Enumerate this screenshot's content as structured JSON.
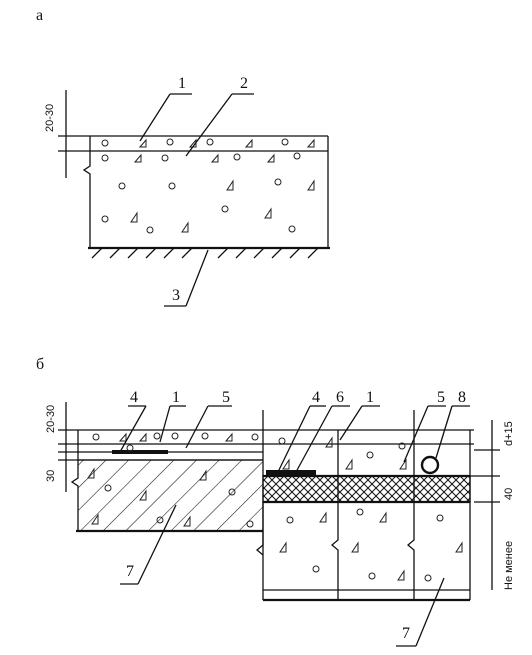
{
  "panel_a": {
    "title": "а",
    "dim_top": "20-30",
    "callouts": [
      "1",
      "2",
      "3"
    ]
  },
  "panel_b": {
    "title": "б",
    "dim_top": "20-30",
    "dim_left": "30",
    "dim_right_top": "d+15",
    "dim_right_mid": "40",
    "dim_right_bottom": "Не менее",
    "callouts_top": [
      "4",
      "1",
      "5",
      "4",
      "6",
      "1",
      "5",
      "8"
    ],
    "callouts_bottom": [
      "7",
      "7"
    ]
  }
}
